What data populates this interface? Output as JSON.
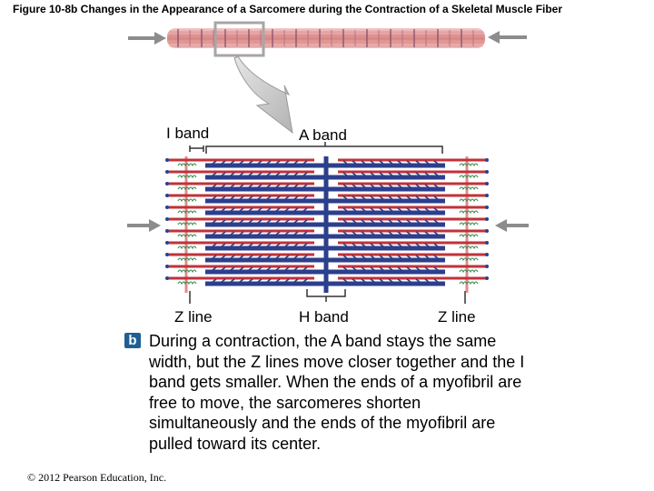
{
  "figure": {
    "title": "Figure 10-8b Changes in the Appearance of a Sarcomere during the Contraction of a Skeletal Muscle Fiber"
  },
  "labels": {
    "i_band": "I band",
    "a_band": "A band",
    "z_line_left": "Z line",
    "h_band": "H band",
    "z_line_right": "Z line"
  },
  "caption": {
    "part_letter": "b",
    "text": "During a contraction, the A band stays the same width, but the Z lines move closer together and the I band gets smaller. When the ends of a myofibril are free to move, the sarcomeres shorten simultaneously and the ends of the myofibril are pulled toward its center."
  },
  "footer": {
    "copyright": "© 2012 Pearson Education, Inc."
  },
  "colors": {
    "myofibril": "#d98a88",
    "thin_filament": "#c0323a",
    "thick_filament": "#2b3f8c",
    "z_line": "#e48a8a",
    "arrow": "#8c8c8c",
    "highlight_box": "#a6a6a6",
    "caption_badge": "#1f5f94"
  },
  "icons": {
    "force_arrow": "arrow-right-icon",
    "zoom_callout": "curved-arrow-down-icon"
  }
}
